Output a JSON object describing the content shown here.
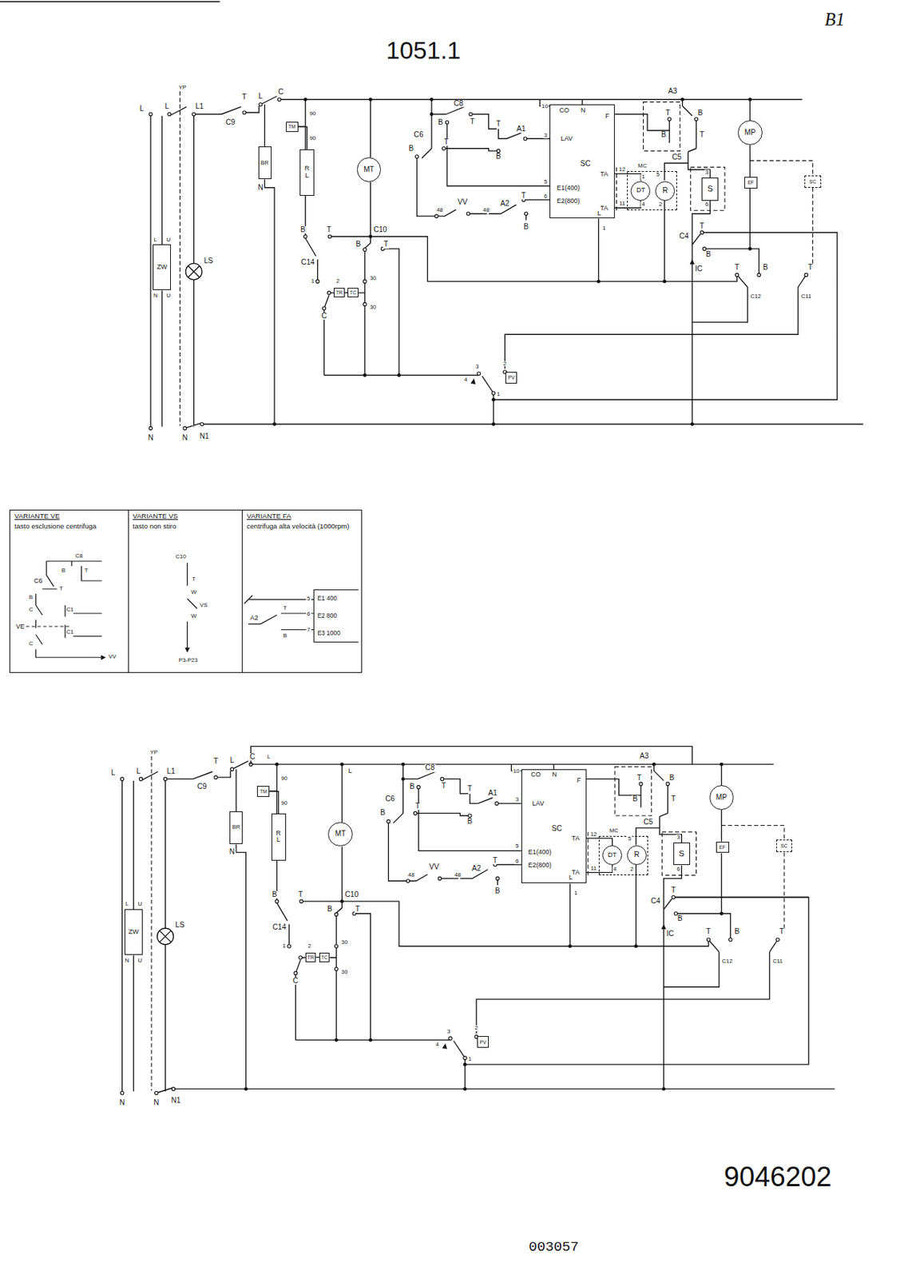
{
  "diagram": {
    "nodes": [
      {
        "text": [
          "ZW"
        ]
      },
      {
        "text": [
          "BR"
        ]
      },
      {
        "text": [
          "TM"
        ]
      },
      {
        "text": [
          "R L"
        ]
      },
      {
        "text": [
          "MT"
        ]
      },
      {
        "text": [
          "TR"
        ]
      },
      {
        "text": [
          "TC"
        ]
      },
      {
        "text": [
          "CO",
          "N",
          "LAV",
          "SC",
          "E1(400)",
          "E2(800)",
          "TA",
          "TA",
          "F",
          "L"
        ]
      },
      {
        "text": [
          "MC"
        ]
      },
      {
        "text": [
          "DT"
        ],
        "in": 8
      },
      {
        "text": [
          "R"
        ],
        "in": 8
      },
      {
        "text": [
          "S"
        ]
      },
      {
        "text": [
          "MP"
        ]
      },
      {
        "text": [
          "EF"
        ]
      },
      {
        "text": [
          "SC"
        ]
      },
      {
        "text": [
          "PV"
        ]
      },
      {
        "text": [
          "VARIANTE VE",
          "tasto esclusione centrifuga"
        ]
      },
      {
        "text": [
          "VARIANTE VS",
          "tasto non stiro"
        ]
      },
      {
        "text": [
          "VARIANTE FA",
          "centrifuga alta velocità (1000rpm)"
        ]
      },
      {
        "text": [
          "E1 400",
          "E2 800",
          "E3 1000"
        ],
        "in": 18
      },
      {
        "text": [
          "ZW"
        ]
      },
      {
        "text": [
          "BR"
        ]
      },
      {
        "text": [
          "TM"
        ]
      },
      {
        "text": [
          "R L"
        ]
      },
      {
        "text": [
          "MT"
        ]
      },
      {
        "text": [
          "TR"
        ]
      },
      {
        "text": [
          "TC"
        ]
      },
      {
        "text": [
          "CO",
          "N",
          "LAV",
          "SC",
          "E1(400)",
          "E2(800)",
          "TA",
          "TA",
          "F",
          "L"
        ]
      },
      {
        "text": [
          "MC"
        ]
      },
      {
        "text": [
          "DT"
        ],
        "in": 28
      },
      {
        "text": [
          "R"
        ],
        "in": 28
      },
      {
        "text": [
          "S"
        ]
      },
      {
        "text": [
          "MP"
        ]
      },
      {
        "text": [
          "EF"
        ]
      },
      {
        "text": [
          "SC"
        ]
      },
      {
        "text": [
          "PV"
        ]
      }
    ],
    "edges": [
      {
        "from": 2,
        "to": 3,
        "arrow": "none"
      },
      {
        "from": 5,
        "to": 6,
        "arrow": "none"
      },
      {
        "from": 7,
        "to": 9,
        "arrow": "none"
      },
      {
        "from": 7,
        "to": 9,
        "arrow": "none"
      },
      {
        "from": 12,
        "to": 13,
        "arrow": "none"
      },
      {
        "from": 22,
        "to": 23,
        "arrow": "none"
      },
      {
        "from": 25,
        "to": 26,
        "arrow": "none"
      },
      {
        "from": 27,
        "to": 29,
        "arrow": "none"
      },
      {
        "from": 27,
        "to": 29,
        "arrow": "none"
      },
      {
        "from": 32,
        "to": 33,
        "arrow": "none"
      }
    ],
    "labels": [
      "1051.1",
      "B1",
      "L",
      "L",
      "YP",
      "L1",
      "C9",
      "T",
      "L",
      "C",
      "90",
      "90",
      "N",
      "L",
      "U",
      "N",
      "U",
      "LS",
      "B",
      "T",
      "C14",
      "1",
      "2",
      "C",
      "30",
      "30",
      "C10",
      "B",
      "T",
      "N",
      "N",
      "N1",
      "C8",
      "B",
      "T",
      "T",
      "C6",
      "B",
      "T",
      "A1",
      "B",
      "VV",
      "48",
      "48",
      "A2",
      "T",
      "B",
      "10",
      "3",
      "5",
      "6",
      "12",
      "11",
      "1",
      "A3",
      "T",
      "B",
      "B",
      "T",
      "C5",
      "5",
      "1",
      "2",
      "4",
      "3",
      "6",
      "C4",
      "T",
      "B",
      "IC",
      "T",
      "B",
      "T",
      "C12",
      "C11",
      "3",
      "2",
      "4",
      "1",
      "C8",
      "C6",
      "B",
      "T",
      "B",
      "T",
      "C",
      "C1",
      "VE",
      "C1",
      "C",
      "VV",
      "C10",
      "T",
      "W",
      "VS",
      "W",
      "P3-P23",
      "5",
      "6",
      "7",
      "A2",
      "T",
      "B",
      "L",
      "L",
      "YP",
      "L1",
      "C9",
      "T",
      "L",
      "C",
      "L",
      "90",
      "90",
      "L",
      "N",
      "L",
      "U",
      "N",
      "U",
      "LS",
      "B",
      "T",
      "C10",
      "C14",
      "B",
      "T",
      "1",
      "2",
      "C",
      "30",
      "30",
      "C8",
      "B",
      "T",
      "T",
      "C6",
      "B",
      "T",
      "A1",
      "B",
      "VV",
      "48",
      "48",
      "A2",
      "T",
      "B",
      "10",
      "3",
      "5",
      "6",
      "12",
      "11",
      "1",
      "A3",
      "T",
      "B",
      "B",
      "T",
      "C5",
      "5",
      "2",
      "4",
      "3",
      "6",
      "C4",
      "T",
      "B",
      "IC",
      "T",
      "B",
      "T",
      "C12",
      "C11",
      "3",
      "2",
      "4",
      "1",
      "N",
      "N",
      "N1",
      "9046202",
      "003057"
    ]
  }
}
